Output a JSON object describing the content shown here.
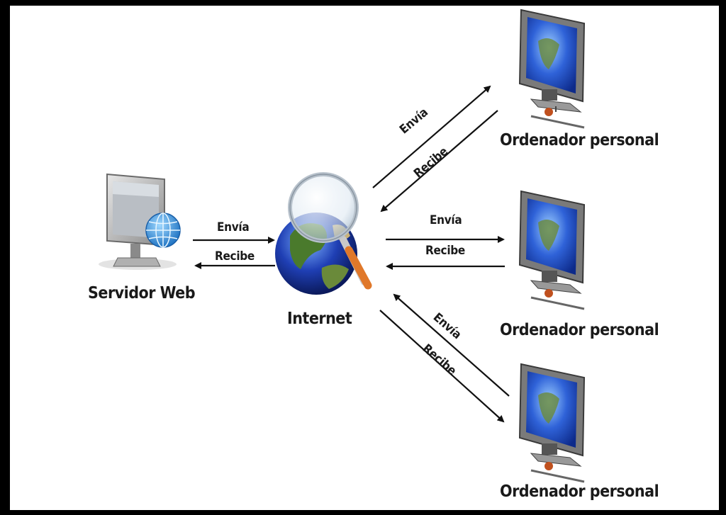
{
  "nodes": {
    "server": {
      "label": "Servidor Web"
    },
    "internet": {
      "label": "Internet"
    },
    "pc1": {
      "label": "Ordenador personal"
    },
    "pc2": {
      "label": "Ordenador personal"
    },
    "pc3": {
      "label": "Ordenador personal"
    }
  },
  "arrows": {
    "send": "Envía",
    "receive": "Recibe"
  },
  "colors": {
    "frame": "#000000",
    "canvas": "#ffffff",
    "screen": "#1f3fb4",
    "globe_land": "#4a7a2c",
    "server_globe": "#2f8fd8",
    "magnifier_handle": "#e0782a"
  }
}
